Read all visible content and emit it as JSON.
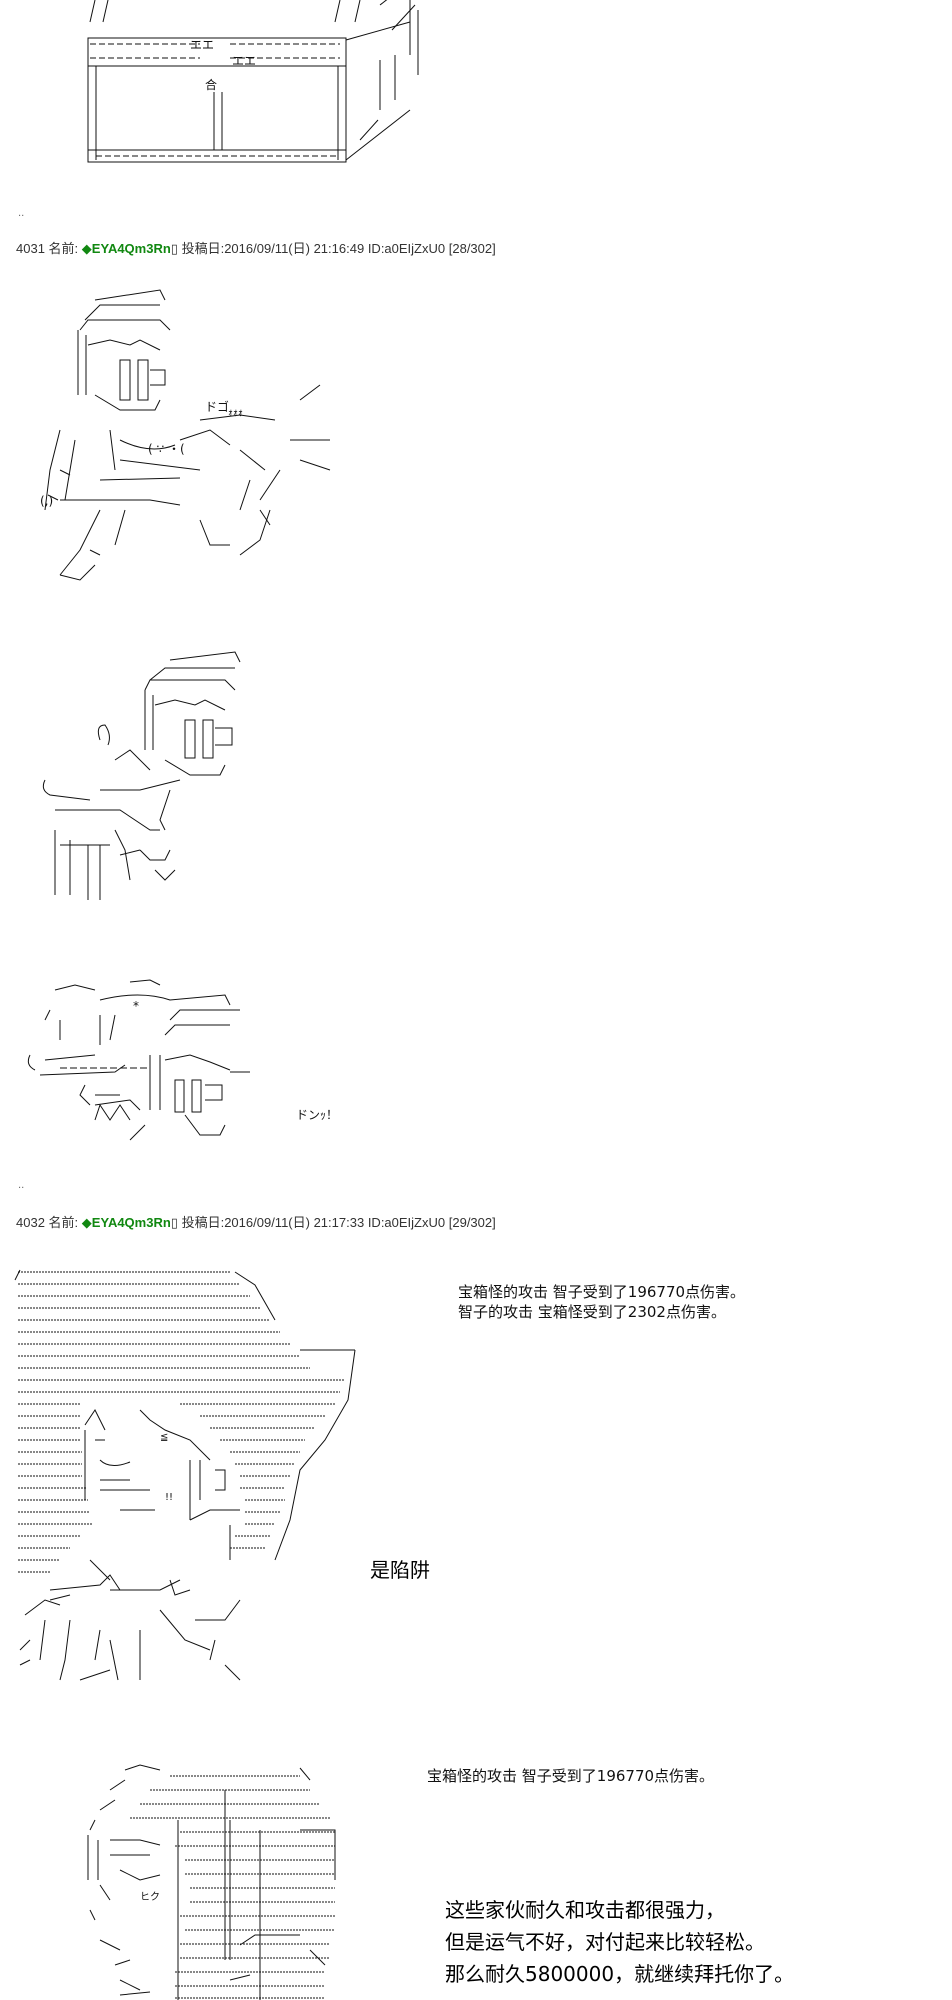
{
  "posts": [
    {
      "number": "4031",
      "name_label": "名前:",
      "trip": "◆EYA4Qm3Rn",
      "marker": "▯",
      "date_label": "投稿日:",
      "datetime": "2016/09/11(日) 21:16:49",
      "id": "ID:a0EIjZxU0",
      "count": "[28/302]"
    },
    {
      "number": "4032",
      "name_label": "名前:",
      "trip": "◆EYA4Qm3Rn",
      "marker": "▯",
      "date_label": "投稿日:",
      "datetime": "2016/09/11(日) 21:17:33",
      "id": "ID:a0EIjZxU0",
      "count": "[29/302]"
    }
  ],
  "separators": [
    "..",
    ".."
  ],
  "chest_text": {
    "kanji1": "エエ",
    "kanji2": "エエ",
    "kanji3": "合"
  },
  "sfx": {
    "dogo": "ドゴ",
    "oo": "ｫｫｫ",
    "dosu": "ドンｯ！"
  },
  "battle1": {
    "line1": "宝箱怪的攻击  智子受到了196770点伤害。",
    "line2": "智子的攻击  宝箱怪受到了2302点伤害。"
  },
  "trap_label": "是陷阱",
  "battle2": {
    "line1": "宝箱怪的攻击  智子受到了196770点伤害。"
  },
  "narration": [
    "这些家伙耐久和攻击都很强力，",
    "但是运气不好，对付起来比较轻松。",
    "那么耐久5800000，就继续拜托你了。"
  ]
}
